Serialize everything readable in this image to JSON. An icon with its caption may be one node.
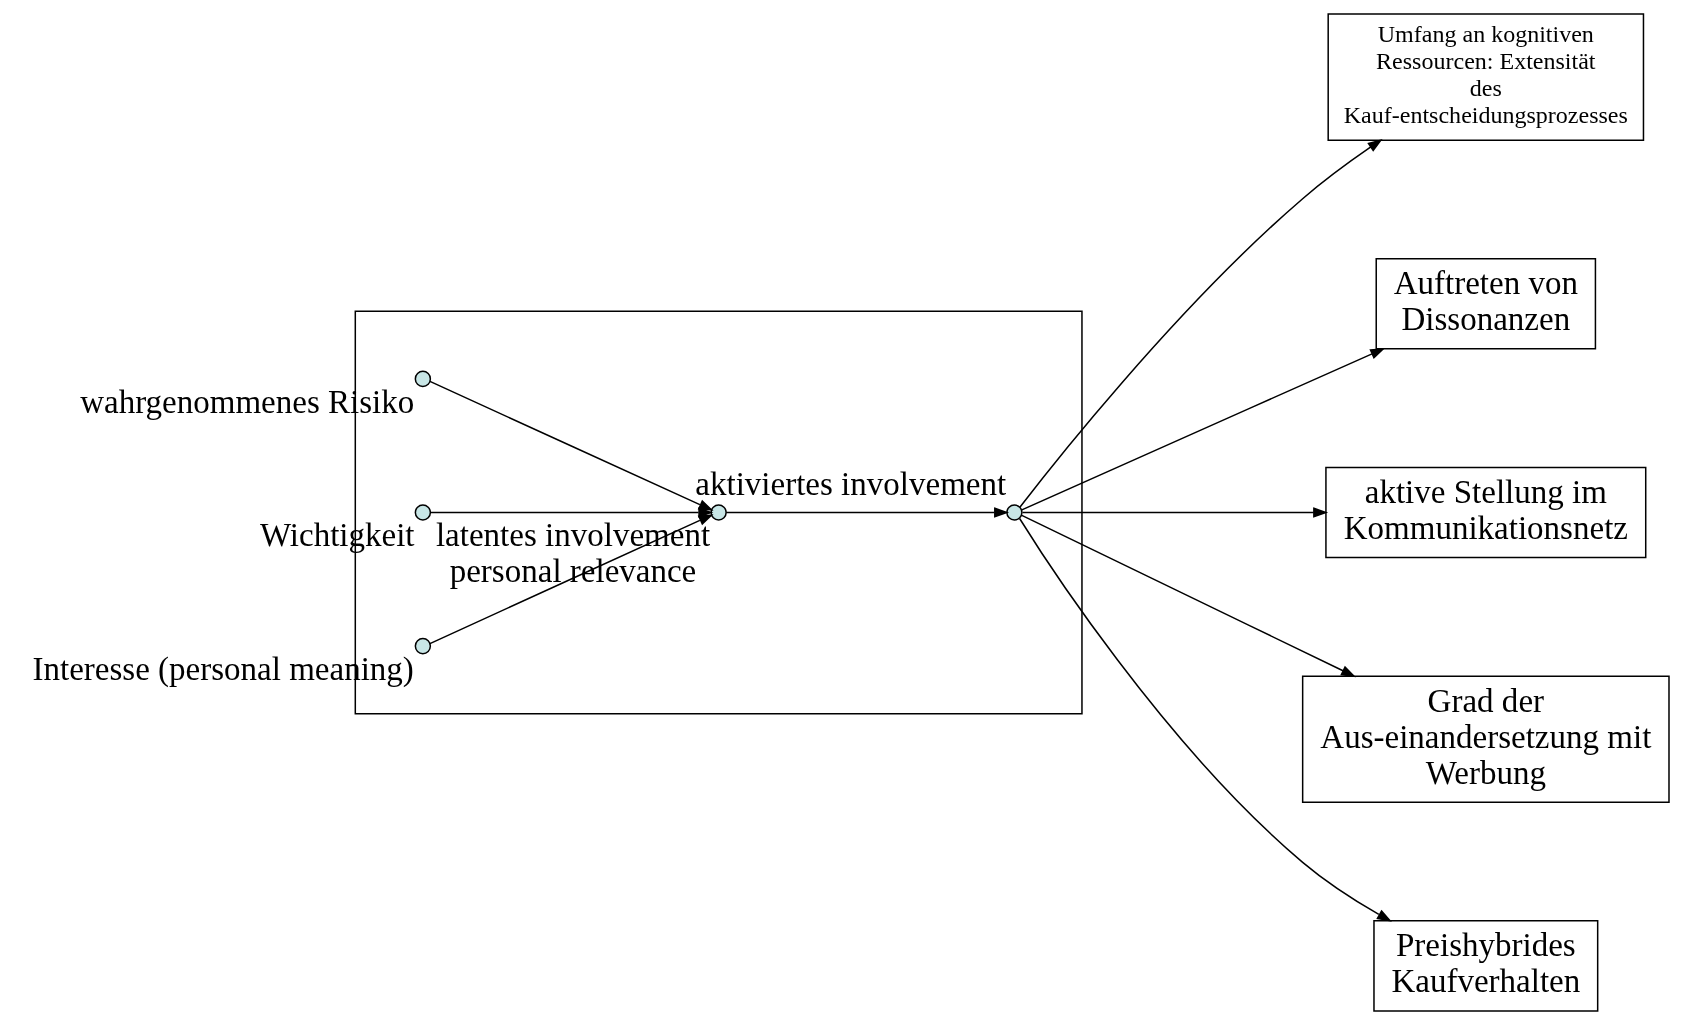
{
  "diagram": {
    "nodes": [
      {
        "text": [],
        "shape": "box"
      },
      {
        "text": [],
        "shape": "circle",
        "in": 0,
        "beside": [
          "wahrgenommenes Risiko"
        ]
      },
      {
        "text": [],
        "shape": "circle",
        "in": 0,
        "beside": [
          "Wichtigkeit"
        ]
      },
      {
        "text": [],
        "shape": "circle",
        "in": 0,
        "beside": [
          "Interesse (personal meaning)"
        ]
      },
      {
        "text": [],
        "shape": "circle",
        "in": 0,
        "beside": [
          "latentes involvement",
          "personal relevance"
        ]
      },
      {
        "text": [],
        "shape": "circle",
        "in": 0,
        "beside": [
          "aktiviertes involvement"
        ]
      },
      {
        "text": [
          "Umfang an kognitiven Ressourcen: Extensität des Kauf-entscheidungsprozesses"
        ]
      },
      {
        "text": [
          "Auftreten von Dissonanzen"
        ]
      },
      {
        "text": [
          "aktive Stellung im Kommunikationsnetz"
        ]
      },
      {
        "text": [
          "Grad der Aus-einandersetzung mit Werbung"
        ]
      },
      {
        "text": [
          "Preishybrides Kaufverhalten"
        ]
      }
    ],
    "edges": [
      {
        "from": 1,
        "to": 4,
        "arrow": "to"
      },
      {
        "from": 2,
        "to": 4,
        "arrow": "to"
      },
      {
        "from": 3,
        "to": 4,
        "arrow": "to"
      },
      {
        "from": 4,
        "to": 5,
        "arrow": "to"
      },
      {
        "from": 5,
        "to": 6,
        "arrow": "to"
      },
      {
        "from": 5,
        "to": 7,
        "arrow": "to"
      },
      {
        "from": 5,
        "to": 8,
        "arrow": "to"
      },
      {
        "from": 5,
        "to": 9,
        "arrow": "to"
      },
      {
        "from": 5,
        "to": 10,
        "arrow": "to"
      }
    ]
  }
}
